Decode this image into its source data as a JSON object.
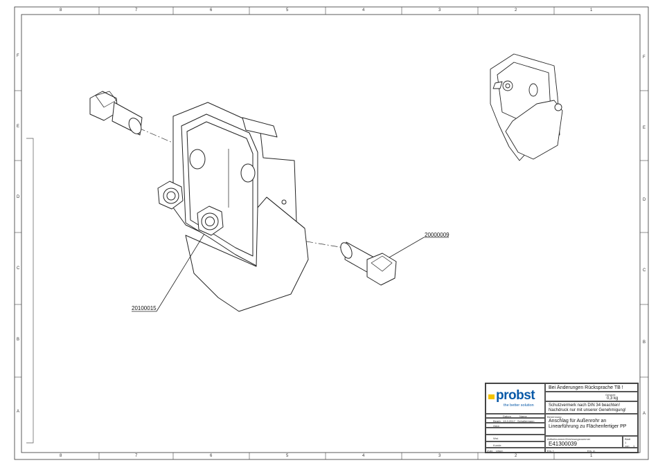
{
  "border": {
    "top_numbers": [
      "8",
      "7",
      "6",
      "5",
      "4",
      "3",
      "2",
      "1"
    ],
    "bottom_numbers": [
      "8",
      "7",
      "6",
      "5",
      "4",
      "3",
      "2",
      "1"
    ],
    "left_letters": [
      "F",
      "E",
      "D",
      "C",
      "B",
      "A"
    ],
    "right_letters": [
      "F",
      "E",
      "D",
      "C",
      "B",
      "A"
    ]
  },
  "callouts": {
    "part_a": "20000009",
    "part_b": "20100015"
  },
  "title_block": {
    "change_note": "Bei Änderungen Rücksprache TB !",
    "weight_label": "Gewicht",
    "weight_value": "0,3 kg",
    "protection_line1": "Schutzvermerk nach DIN 34 beachten!",
    "protection_line2": "Nachdruck nur mit unserer Genehmigung!",
    "logo_word": "probst",
    "logo_tagline": "the better solution",
    "col_datum": "Datum",
    "col_name": "Name",
    "row_bearb": "Bearb.",
    "row_gepr": "Gepr.",
    "bearb_date": "13.3.2017",
    "bearb_name": "Schallermann",
    "benennung_label": "Benennung",
    "title_line1": "Anschlag für Außenrohr an",
    "title_line2": "Linearführung zu Flächenfertiger PP",
    "row_wst": "Wst.",
    "row_kunde": "Kunde",
    "zeichnungsnr_label": "Artikelnummer/Zeichnungsnummer",
    "drawing_number": "E41300039",
    "blatt_label": "Blatt",
    "blatt_value": "1",
    "von_label": "von",
    "von_value": "1",
    "row_zust": "Zust.",
    "row_urspr": "Urspr.",
    "ers_label": "Ers. f.",
    "ers_durch_label": "Ers. d."
  }
}
